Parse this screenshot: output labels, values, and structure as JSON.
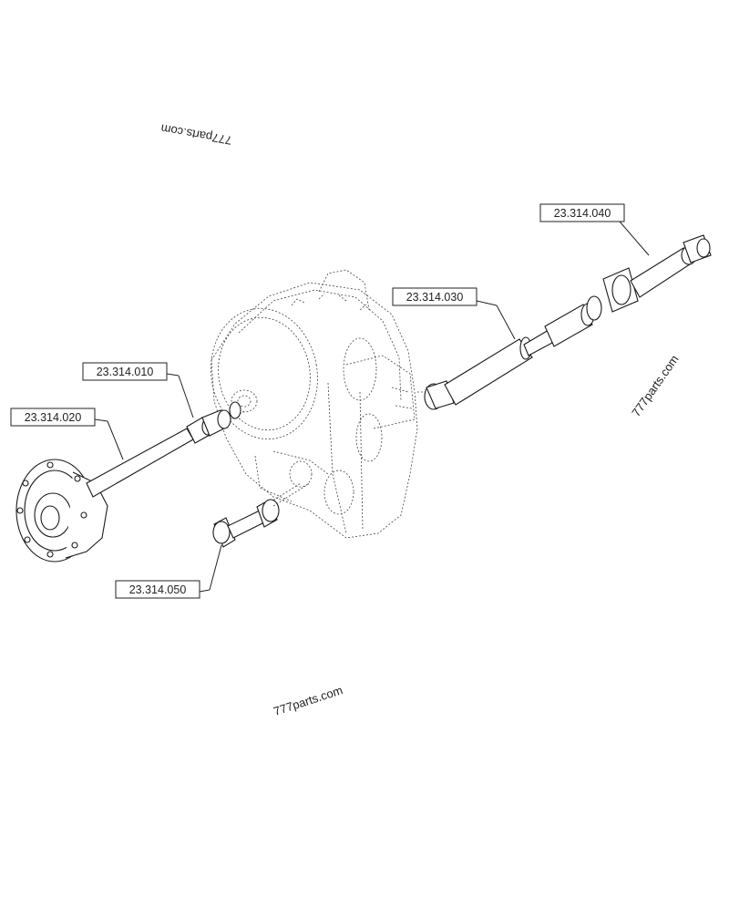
{
  "callouts": [
    {
      "id": "c010",
      "label": "23.314.010"
    },
    {
      "id": "c020",
      "label": "23.314.020"
    },
    {
      "id": "c030",
      "label": "23.314.030"
    },
    {
      "id": "c040",
      "label": "23.314.040"
    },
    {
      "id": "c050",
      "label": "23.314.050"
    }
  ],
  "watermarks": {
    "top": "777parts.com",
    "right": "777parts.com",
    "bottom": "777parts.com"
  }
}
